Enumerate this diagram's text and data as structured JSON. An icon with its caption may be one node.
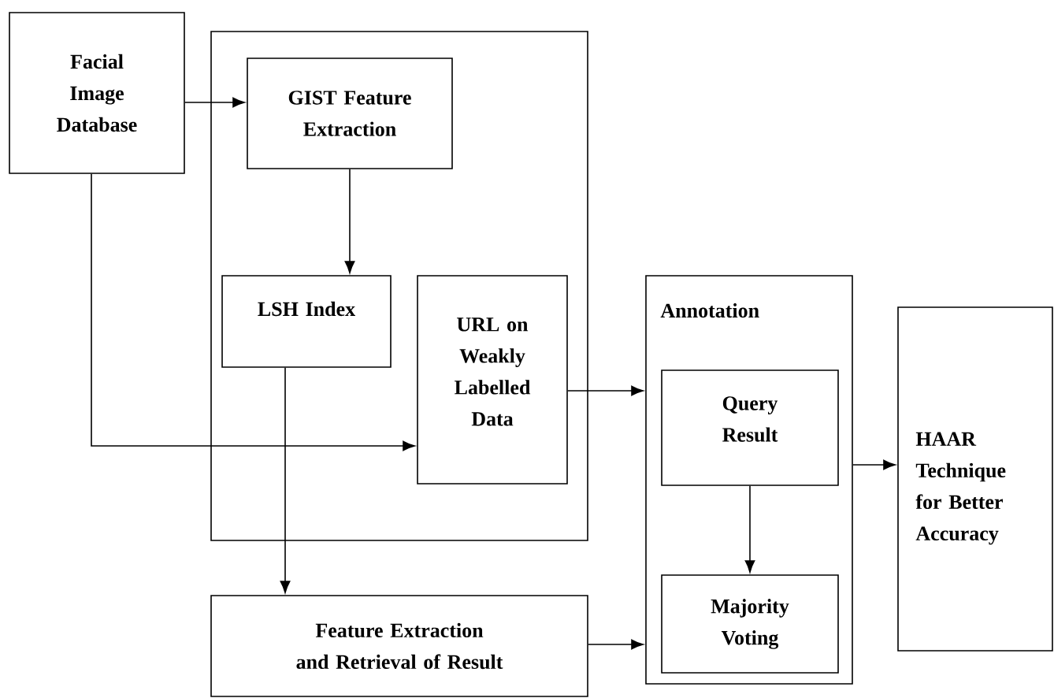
{
  "diagram": {
    "nodes": [
      {
        "text": [
          "Facial Image Database"
        ]
      },
      {
        "text": [],
        "shape": "box"
      },
      {
        "text": [
          "GIST Feature Extraction"
        ],
        "in": 1
      },
      {
        "text": [
          "LSH Index"
        ],
        "in": 1
      },
      {
        "text": [
          "URL on Weakly Labelled Data"
        ],
        "in": 1
      },
      {
        "text": [
          "Feature Extraction and Retrieval of Result"
        ]
      },
      {
        "text": [
          "Annotation"
        ]
      },
      {
        "text": [
          "Query Result"
        ],
        "in": 6
      },
      {
        "text": [
          "Majority Voting"
        ],
        "in": 6
      },
      {
        "text": [
          "HAAR Technique for Better Accuracy"
        ]
      }
    ],
    "edges": [
      {
        "from": 0,
        "to": 2,
        "arrow": "to"
      },
      {
        "from": 2,
        "to": 3,
        "arrow": "to"
      },
      {
        "from": 0,
        "to": 4,
        "arrow": "to"
      },
      {
        "from": 3,
        "to": 5,
        "arrow": "to"
      },
      {
        "from": 4,
        "to": 6,
        "arrow": "to"
      },
      {
        "from": 5,
        "to": 6,
        "arrow": "to"
      },
      {
        "from": 7,
        "to": 8,
        "arrow": "to"
      },
      {
        "from": 6,
        "to": 9,
        "arrow": "to"
      }
    ]
  }
}
